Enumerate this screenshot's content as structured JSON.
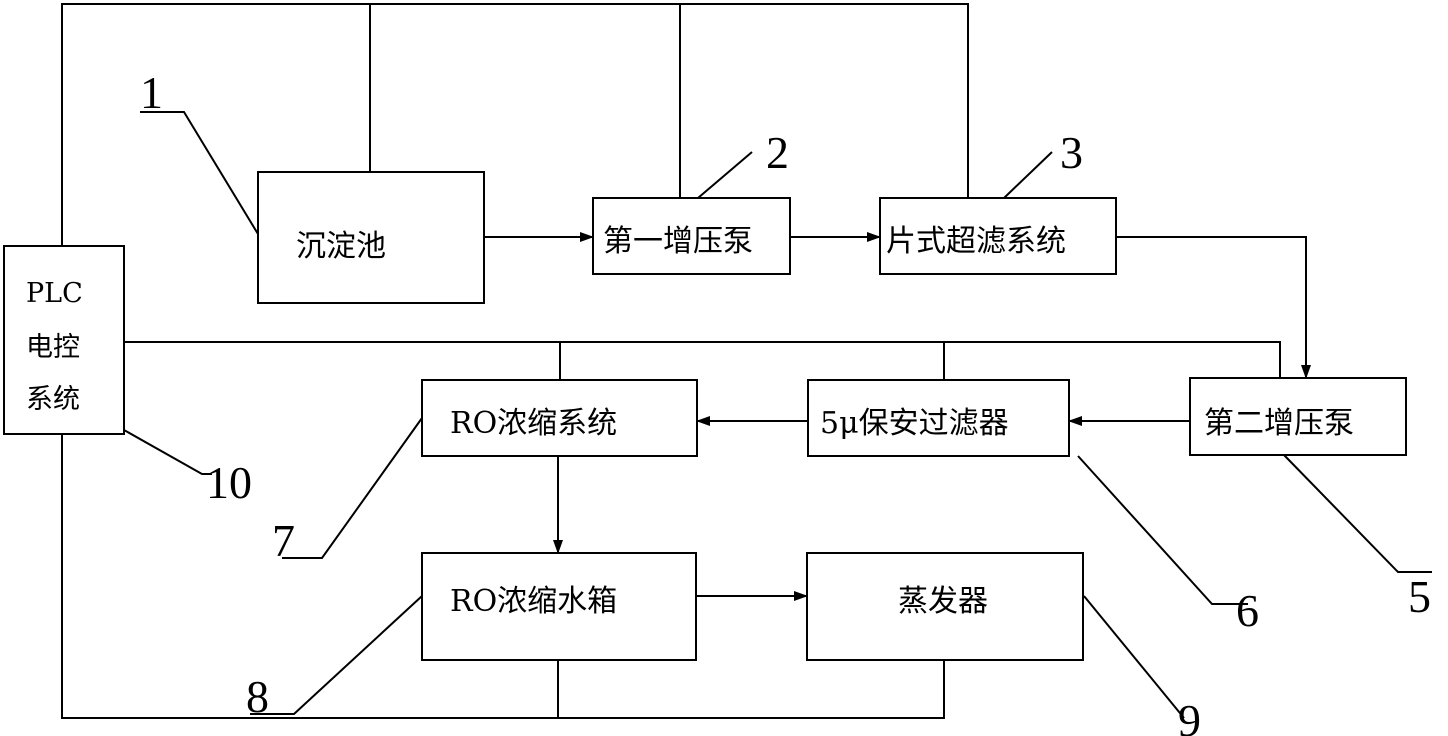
{
  "blocks": {
    "sedimentation_tank": "沉淀池",
    "first_booster_pump": "第一增压泵",
    "plate_ultrafiltration": "片式超滤系统",
    "second_booster_pump": "第二增压泵",
    "security_filter": "5μ保安过滤器",
    "ro_concentration_system": "RO浓缩系统",
    "ro_concentrate_tank": "RO浓缩水箱",
    "evaporator": "蒸发器"
  },
  "plc": {
    "line1": "PLC",
    "line2": "电控",
    "line3": "系统"
  },
  "refs": {
    "r1": "1",
    "r2": "2",
    "r3": "3",
    "r5": "5",
    "r6": "6",
    "r7": "7",
    "r8": "8",
    "r9": "9",
    "r10": "10"
  }
}
